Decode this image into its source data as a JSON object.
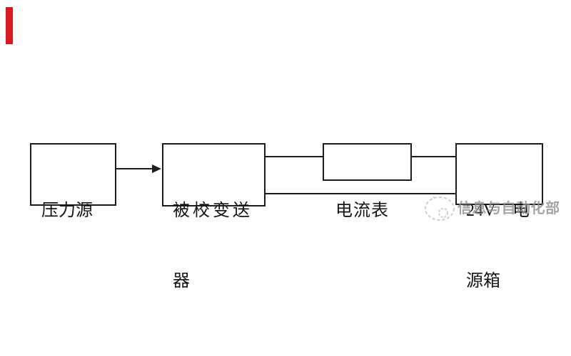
{
  "colors": {
    "accent_red": "#db1a20",
    "line_color": "#1d1d1d",
    "watermark_gray": "#8f8f8f",
    "background": "#ffffff"
  },
  "diagram": {
    "type": "block-diagram",
    "nodes": [
      {
        "id": "pressure-source",
        "label": "压力源",
        "lines": [
          "压力源"
        ]
      },
      {
        "id": "calibrated-transmitter",
        "label": "被校变送器",
        "lines": [
          "被校变送",
          "器"
        ]
      },
      {
        "id": "ammeter",
        "label": "电流表",
        "lines": [
          "电流表"
        ]
      },
      {
        "id": "power-supply-box",
        "label": "24V 电源箱",
        "lines": [
          "24V　电",
          "源箱"
        ]
      }
    ],
    "connections": [
      {
        "from": "pressure-source",
        "to": "calibrated-transmitter",
        "type": "arrow"
      },
      {
        "from": "calibrated-transmitter",
        "to": "ammeter",
        "type": "line",
        "route": "top"
      },
      {
        "from": "ammeter",
        "to": "power-supply-box",
        "type": "line",
        "route": "top"
      },
      {
        "from": "calibrated-transmitter",
        "to": "power-supply-box",
        "type": "line",
        "route": "bottom"
      }
    ]
  },
  "watermark": {
    "text": "信息与自动化部",
    "logo_icon": "sketch-circle-logo"
  }
}
